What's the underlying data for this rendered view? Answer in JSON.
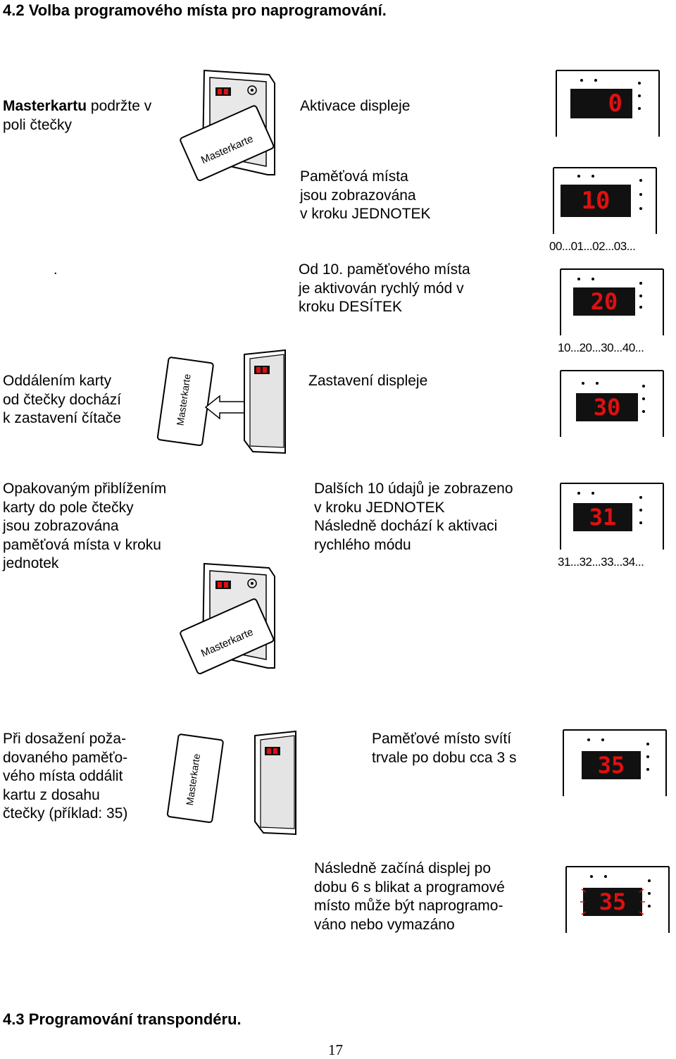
{
  "headings": {
    "section_4_2": "4.2 Volba programového místa pro naprogramování.",
    "section_4_3": "4.3 Programování transpondéru."
  },
  "steps": {
    "s1_left_bold": "Masterkartu",
    "s1_left_rest": " podržte v\npoli čtečky",
    "s1_right": "Aktivace displeje",
    "s2_right": "Paměťová místa\njsou zobrazována\nv kroku JEDNOTEK",
    "s3_dot": ".",
    "s3_right": "Od 10. paměťového místa\nje aktivován rychlý mód v\nkroku DESÍTEK",
    "s4_left": "Oddálením karty\nod čtečky dochází\nk zastavení čítače",
    "s4_right": "Zastavení displeje",
    "s5_left": "Opakovaným přiblížením\nkarty do pole čtečky\njsou zobrazována\npaměťová místa v kroku\njednotek",
    "s5_right": "Dalších 10 údajů je zobrazeno\nv kroku JEDNOTEK\nNásledně dochází k aktivaci\nrychlého módu",
    "s6_left": "Při dosažení poža-\ndovaného paměťo-\nvého místa oddálit\nkartu z dosahu\nčtečky (příklad: 35)",
    "s6_right": "Paměťové místo svítí\ntrvale po dobu cca 3 s",
    "s7_right": "Následně začíná displej po\ndobu 6 s blikat a programové\nmísto může být naprogramo-\nváno nebo vymazáno"
  },
  "card_label": "Masterkarte",
  "reader_display": "88",
  "displays": [
    "0",
    "10",
    "20",
    "30",
    "31",
    "35",
    "35"
  ],
  "sequences": {
    "units": "00...01...02...03...",
    "tens": "10...20...30...40...",
    "units_31": "31...32...33...34..."
  },
  "page_number": "17",
  "colors": {
    "segment": "#e01010",
    "display_bg": "#111111",
    "card_bg": "#ffffff"
  }
}
